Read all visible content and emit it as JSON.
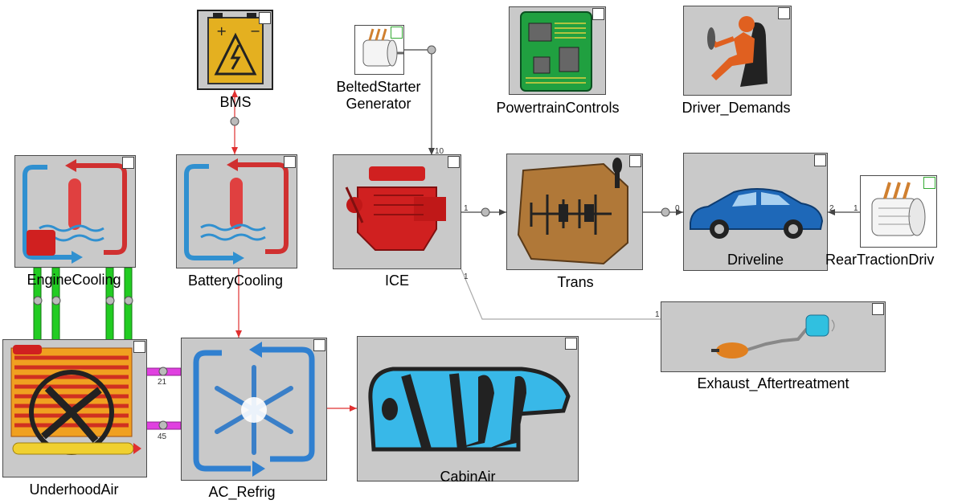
{
  "blocks": {
    "bms": "BMS",
    "belted_starter_1": "BeltedStarter",
    "belted_starter_2": "Generator",
    "powertrain_controls": "PowertrainControls",
    "driver_demands": "Driver_Demands",
    "engine_cooling": "EngineCooling",
    "battery_cooling": "BatteryCooling",
    "ice": "ICE",
    "trans": "Trans",
    "driveline": "Driveline",
    "rear_traction": "RearTractionDriv",
    "exhaust": "Exhaust_Aftertreatment",
    "underhood_air": "UnderhoodAir",
    "ac_refrig": "AC_Refrig",
    "cabin_air": "CabinAir"
  },
  "ports": {
    "ice_in": "10",
    "ice_out": "1",
    "ice_exhaust": "1",
    "driveline_in": "0",
    "driveline_out": "2",
    "rear_in": "1",
    "exhaust_in": "1",
    "underhood_ac_top": "21",
    "underhood_ac_bottom": "45"
  },
  "colors": {
    "block_bg": "#c9c9c9",
    "coolant_green": "#22cc22",
    "refrig_magenta": "#e040e0",
    "signal_red": "#e03030",
    "mech_gray": "#555555"
  },
  "icons": [
    "battery-warning-icon",
    "starter-motor-icon",
    "circuit-board-icon",
    "driver-seat-icon",
    "coolant-thermo-icon",
    "engine-icon",
    "gearbox-icon",
    "car-icon",
    "electric-motor-icon",
    "exhaust-pipe-icon",
    "radiator-fan-icon",
    "snowflake-icon",
    "cabin-seats-icon"
  ]
}
